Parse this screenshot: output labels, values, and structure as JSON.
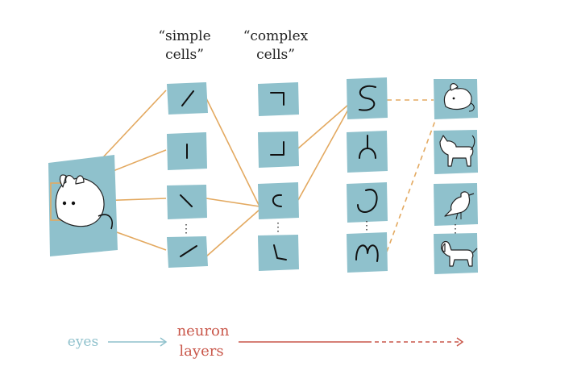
{
  "labels": {
    "simple_line1": "“simple",
    "simple_line2": "cells”",
    "complex_line1": "“complex",
    "complex_line2": "cells”",
    "eyes": "eyes",
    "neuron_line1": "neuron",
    "neuron_line2": "layers",
    "ellipsis": "⋮"
  },
  "colors": {
    "panel": "#8fc1cc",
    "connection": "#e3a960",
    "eyes": "#8fc1cc",
    "neuron": "#c9574a",
    "caption": "#222222"
  },
  "icons": [
    "mouse-icon",
    "cat-icon",
    "bird-icon",
    "dog-icon"
  ]
}
